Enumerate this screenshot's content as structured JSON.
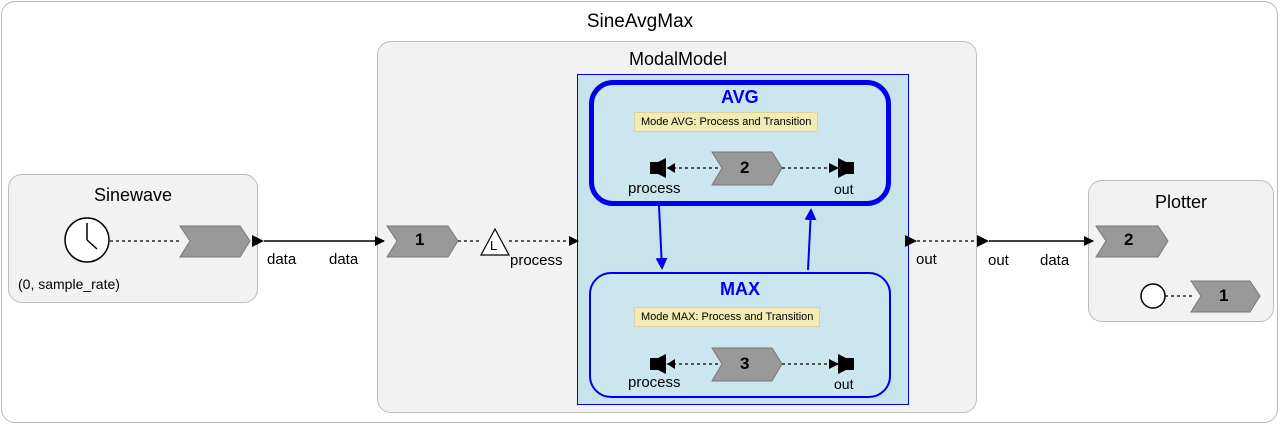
{
  "diagram": {
    "title": "SineAvgMax",
    "sinewave": {
      "title": "Sinewave",
      "param_label": "(0, sample_rate)",
      "out_port": "data",
      "clock_icon": "clock-icon"
    },
    "modal_model": {
      "title": "ModalModel",
      "in_port": "data",
      "in_index": "1",
      "in_internal_port": "process",
      "out_internal_port": "out",
      "out_port": "out",
      "transition_icon": "L",
      "states": {
        "avg": {
          "name": "AVG",
          "note": "Mode AVG: Process and Transition",
          "index": "2",
          "in_port": "process",
          "out_port": "out"
        },
        "max": {
          "name": "MAX",
          "note": "Mode MAX: Process and Transition",
          "index": "3",
          "in_port": "process",
          "out_port": "out"
        }
      }
    },
    "plotter": {
      "title": "Plotter",
      "in_port": "data",
      "data_index": "2",
      "trigger_index": "1"
    },
    "colors": {
      "state_border": "#0000ee",
      "fsm_fill": "#c8e3ea",
      "actor_fill": "#f2f2f2",
      "port_fill": "#999999",
      "note_fill": "#f3ebb4"
    }
  }
}
